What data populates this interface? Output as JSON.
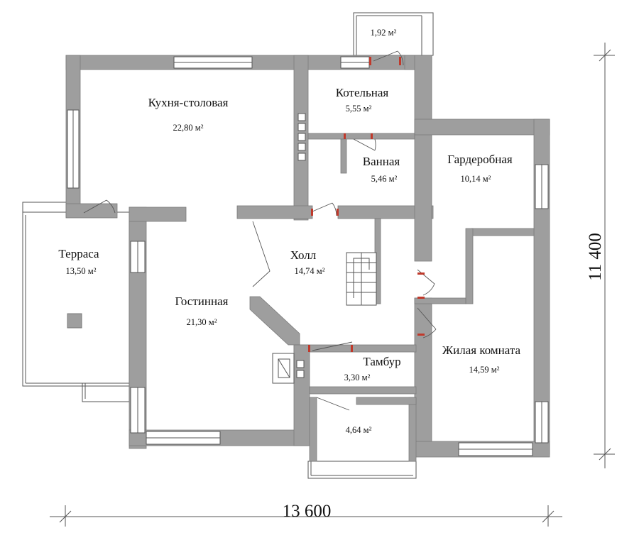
{
  "colors": {
    "wall": "#9e9e9e",
    "wall_edge": "#7a7a7a",
    "background": "#ffffff",
    "line": "#555555",
    "door_marker": "#c0392b"
  },
  "rooms": {
    "kitchen": {
      "name": "Кухня-столовая",
      "area": "22,80 м²"
    },
    "boiler": {
      "name": "Котельная",
      "area": "5,55 м²"
    },
    "bathroom": {
      "name": "Ванная",
      "area": "5,46 м²"
    },
    "wardrobe": {
      "name": "Гардеробная",
      "area": "10,14 м²"
    },
    "terrace": {
      "name": "Терраса",
      "area": "13,50 м²"
    },
    "hall": {
      "name": "Холл",
      "area": "14,74 м²"
    },
    "living": {
      "name": "Гостинная",
      "area": "21,30 м²"
    },
    "vestibule": {
      "name": "Тамбур",
      "area": "3,30 м²"
    },
    "bedroom": {
      "name": "Жилая комната",
      "area": "14,59 м²"
    },
    "porch": {
      "area": "4,64 м²"
    },
    "balcony": {
      "area": "1,92 м²"
    }
  },
  "dimensions": {
    "width": "13 600",
    "height": "11 400"
  }
}
